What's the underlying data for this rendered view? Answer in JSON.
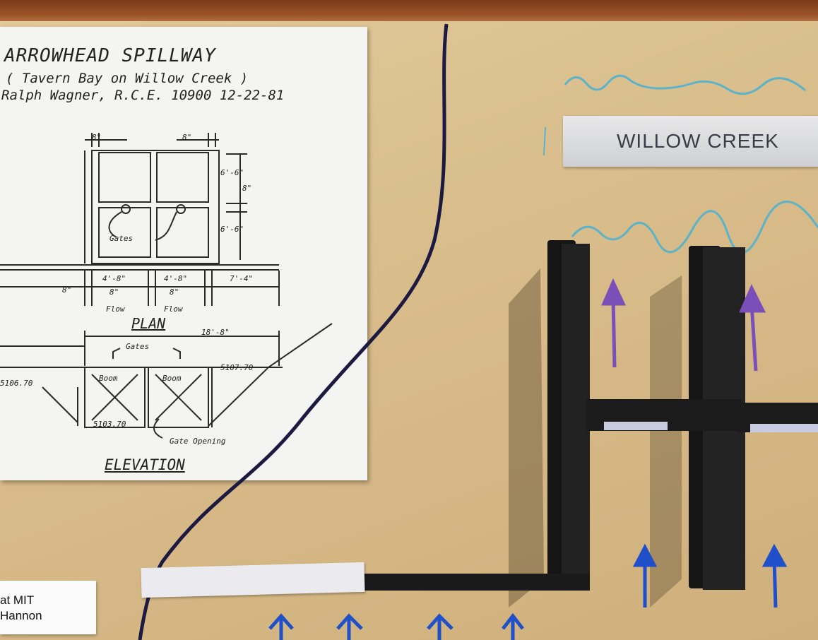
{
  "drawing": {
    "title": "ARROWHEAD SPILLWAY",
    "subtitle_1": "( Tavern Bay on Willow Creek )",
    "subtitle_2": "Ralph Wagner, R.C.E. 10900  12-22-81",
    "plan_heading": "PLAN",
    "elevation_heading": "ELEVATION",
    "labels": {
      "gates_plan": "Gates",
      "gates_elev": "Gates",
      "gate_opening": "Gate Opening",
      "flow_1": "Flow",
      "flow_2": "Flow",
      "elev_5107": "5107.70",
      "elev_5106": "5106.70",
      "elev_5103": "5103.70",
      "boom_1": "Boom",
      "boom_2": "Boom",
      "span": "18'-8\"",
      "dim_1": "4'-8\"",
      "dim_2": "4'-8\"",
      "dim_3": "7'-4\"",
      "dim_4": "8\"",
      "dim_5": "8\"",
      "dim_top_1": "8\"",
      "dim_top_2": "8\"",
      "dim_right_1": "6'-6\"",
      "dim_right_2": "8\"",
      "dim_right_3": "6'-6\"",
      "dim_flow_1": "8\"",
      "dim_flow_2": "8\""
    }
  },
  "creek_label": "WILLOW CREEK",
  "credit": {
    "line_1": "at MIT",
    "line_2": "Hannon"
  },
  "colors": {
    "board": "#d9bf8f",
    "arrow_purple": "#7a4fb8",
    "arrow_blue": "#1f4fc9",
    "water_line": "#5bb3c9",
    "model_black": "#141414"
  }
}
